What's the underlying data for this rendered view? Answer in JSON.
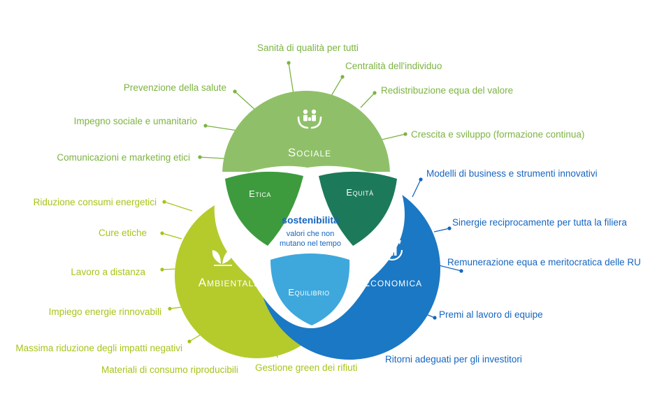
{
  "colors": {
    "sociale": "#8fc069",
    "ambientale": "#b5cb2c",
    "economica": "#1b78c4",
    "etica": "#3d9b3d",
    "equita": "#1c7a5a",
    "equilibrio": "#3ea8dc",
    "center_text": "#1565c0",
    "label_sociale": "#7cb342",
    "label_ambientale": "#a7c418",
    "label_economica": "#1565c0"
  },
  "circles": {
    "sociale": {
      "title": "Sociale",
      "icon": "people-in-hands-icon"
    },
    "ambientale": {
      "title": "Ambientale",
      "icon": "leaves-icon"
    },
    "economica": {
      "title": "Economica",
      "icon": "growth-chart-icon"
    }
  },
  "petals": {
    "etica": "Etica",
    "equita": "Equità",
    "equilibrio": "Equilibrio"
  },
  "center": {
    "title": "sostenibilità",
    "line1": "valori che non",
    "line2": "mutano nel tempo"
  },
  "labels": {
    "sociale": [
      "Sanità di qualità per tutti",
      "Centralità dell'individuo",
      "Redistribuzione equa del valore",
      "Crescita e sviluppo (formazione continua)",
      "Prevenzione della salute",
      "Impegno sociale e umanitario",
      "Comunicazioni e marketing etici"
    ],
    "ambientale": [
      "Riduzione consumi energetici",
      "Cure etiche",
      "Lavoro a distanza",
      "Impiego energie rinnovabili",
      "Massima riduzione degli impatti negativi",
      "Materiali di consumo riproducibili",
      "Gestione green dei rifiuti"
    ],
    "economica": [
      "Modelli di business e strumenti innovativi",
      "Sinergie reciprocamente per tutta la filiera",
      "Remunerazione equa e meritocratica delle RU",
      "Premi al lavoro di equipe",
      "Ritorni adeguati per gli investitori"
    ]
  }
}
